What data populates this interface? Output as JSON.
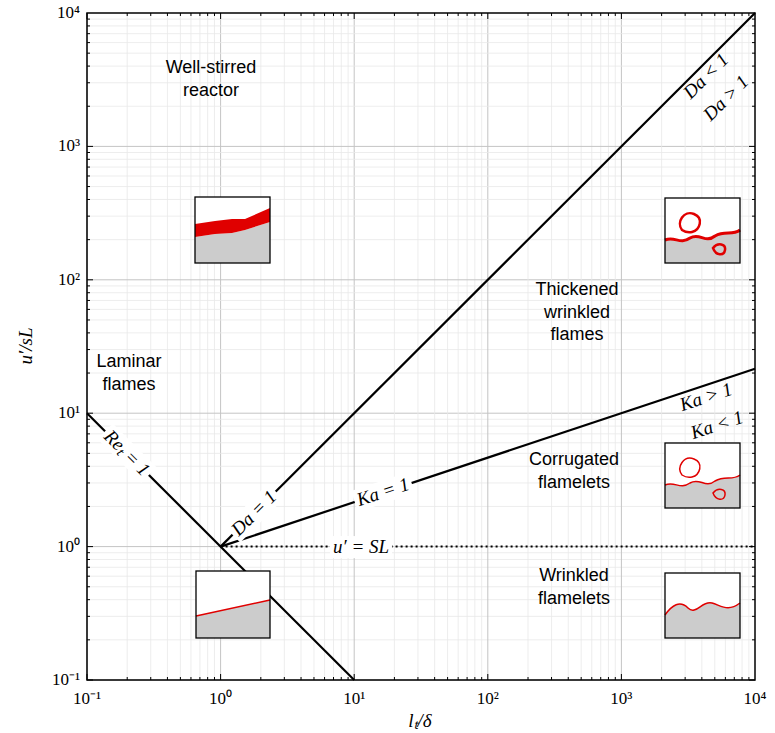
{
  "diagram": {
    "labels": [
      "10⁴",
      "10³",
      "10²",
      "10¹",
      "10⁰",
      "10⁻¹",
      "10⁻¹",
      "10⁰",
      "10¹",
      "10²",
      "10³",
      "10⁴",
      "u′/sL",
      "lₜ/δ",
      "Well-stirred reactor",
      "Thickened wrinkled flames",
      "Corrugated flamelets",
      "Wrinkled flamelets",
      "Laminar flames",
      "Reₜ = 1",
      "Da = 1",
      "Ka = 1",
      "u′ = SL",
      "Da < 1",
      "Da > 1",
      "Ka > 1",
      "Ka < 1"
    ]
  }
}
